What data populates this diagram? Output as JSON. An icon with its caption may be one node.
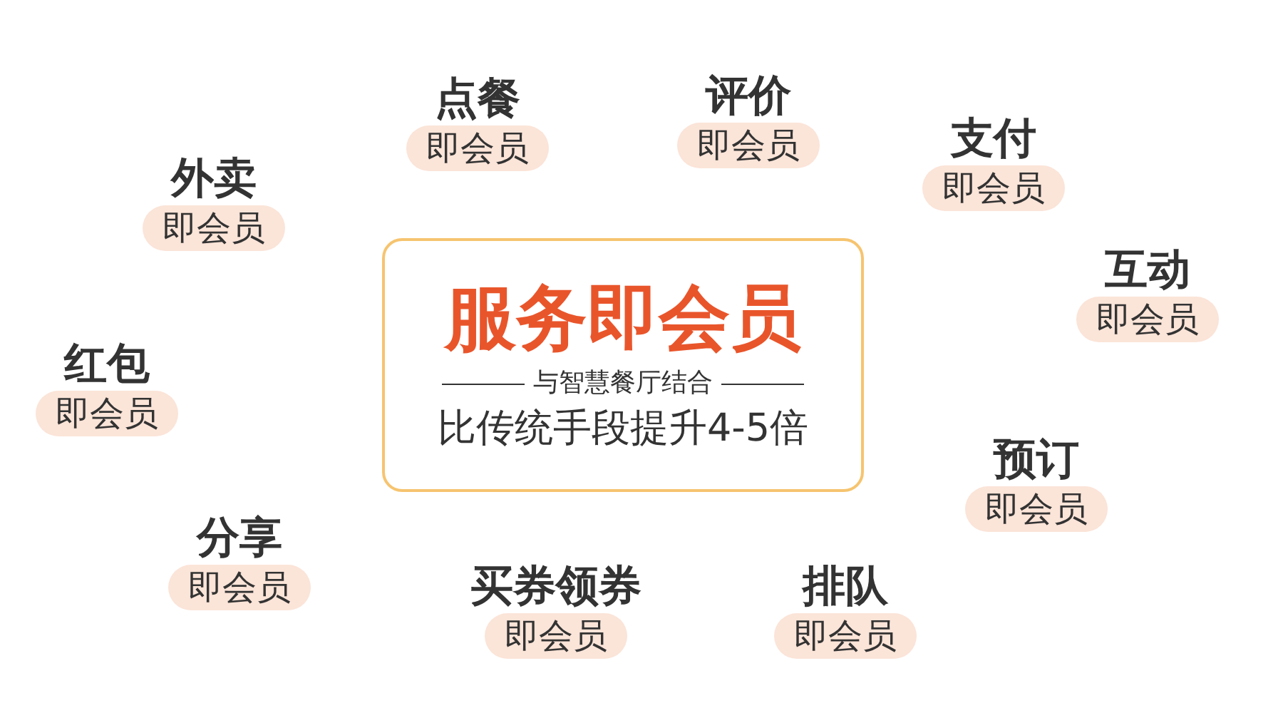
{
  "diagram": {
    "nodes": [
      {
        "text": [
          "点餐",
          "即会员"
        ]
      },
      {
        "text": [
          "评价",
          "即会员"
        ]
      },
      {
        "text": [
          "支付",
          "即会员"
        ]
      },
      {
        "text": [
          "外卖",
          "即会员"
        ]
      },
      {
        "text": [
          "服务即会员",
          "与智慧餐厅结合",
          "比传统手段提升4-5倍"
        ]
      },
      {
        "text": [
          "互动",
          "即会员"
        ]
      },
      {
        "text": [
          "红包",
          "即会员"
        ]
      },
      {
        "text": [
          "预订",
          "即会员"
        ]
      },
      {
        "text": [
          "分享",
          "即会员"
        ]
      },
      {
        "text": [
          "买券领券",
          "即会员"
        ]
      },
      {
        "text": [
          "排队",
          "即会员"
        ]
      }
    ],
    "edges": []
  }
}
